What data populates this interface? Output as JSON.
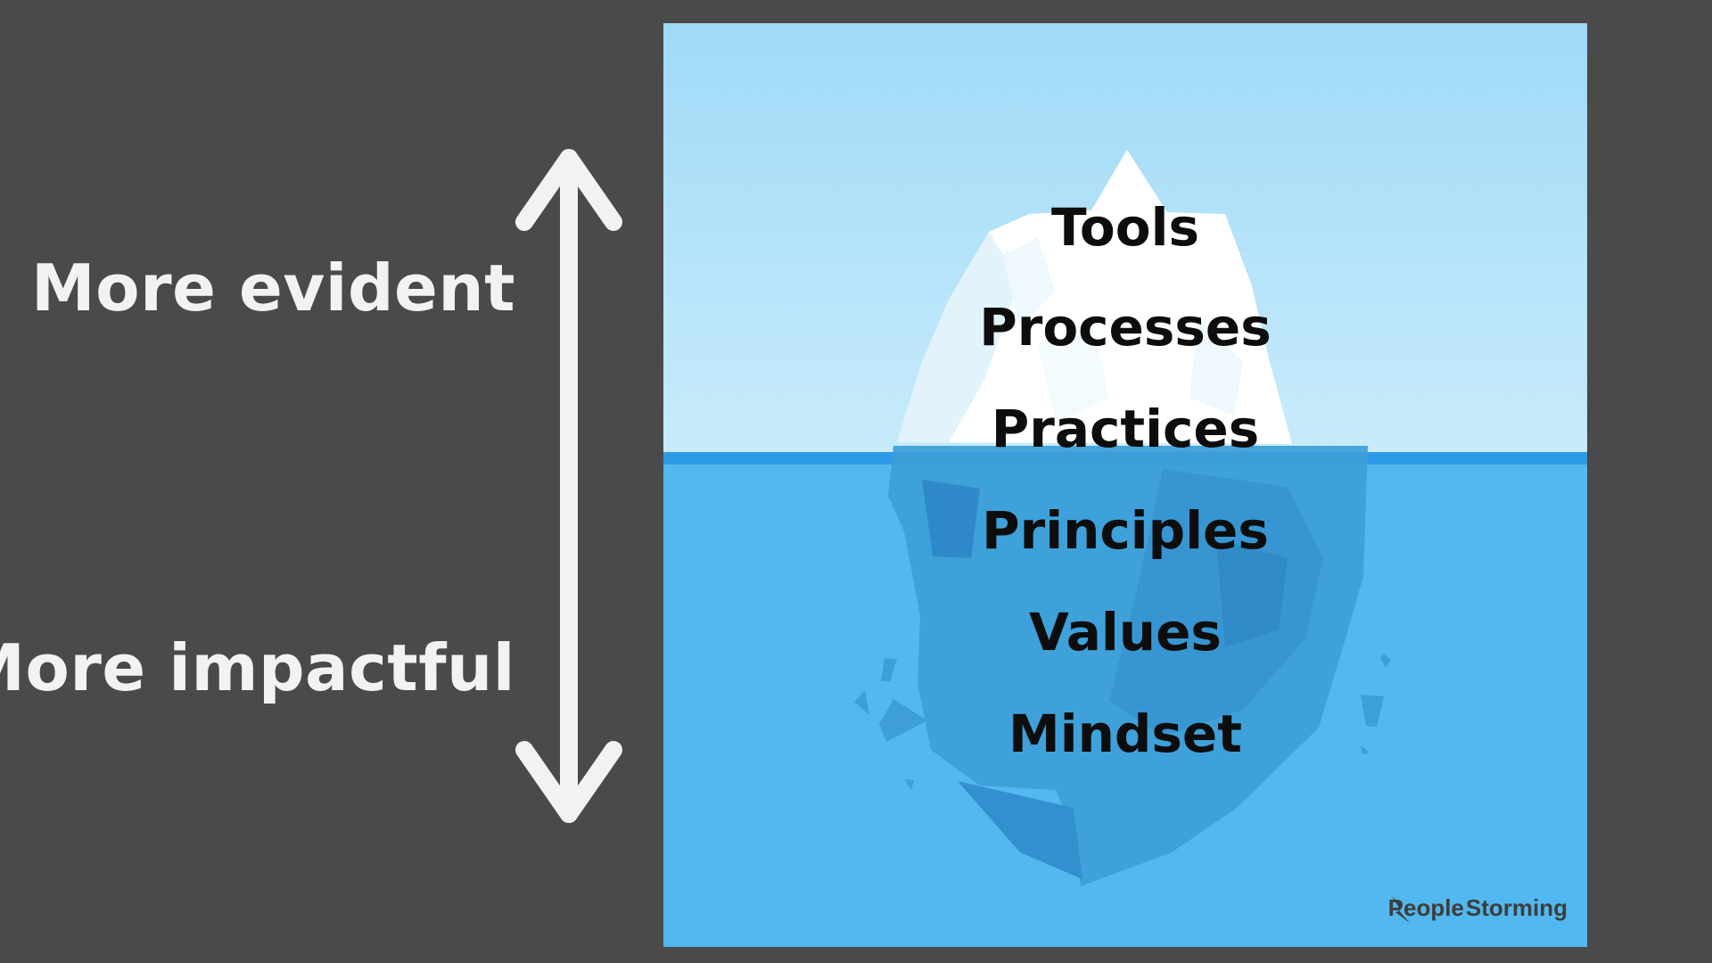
{
  "side_labels": {
    "top": "More evident",
    "bottom": "More impactful"
  },
  "layers": [
    {
      "label": "Tools"
    },
    {
      "label": "Processes"
    },
    {
      "label": "Practices"
    },
    {
      "label": "Principles"
    },
    {
      "label": "Values"
    },
    {
      "label": "Mindset"
    }
  ],
  "brand": {
    "left": "People",
    "right": "Storming",
    "icon": "lightning-bolt-icon"
  },
  "colors": {
    "background": "#4a4a4a",
    "sky": "#a6ddf7",
    "water": "#52b8ef",
    "waterline": "#2e9be6",
    "ice": "#ffffff",
    "ice_underwater": "#3d9ed8",
    "text_dark": "#0d0d0d",
    "text_light": "#f2f2f2"
  }
}
